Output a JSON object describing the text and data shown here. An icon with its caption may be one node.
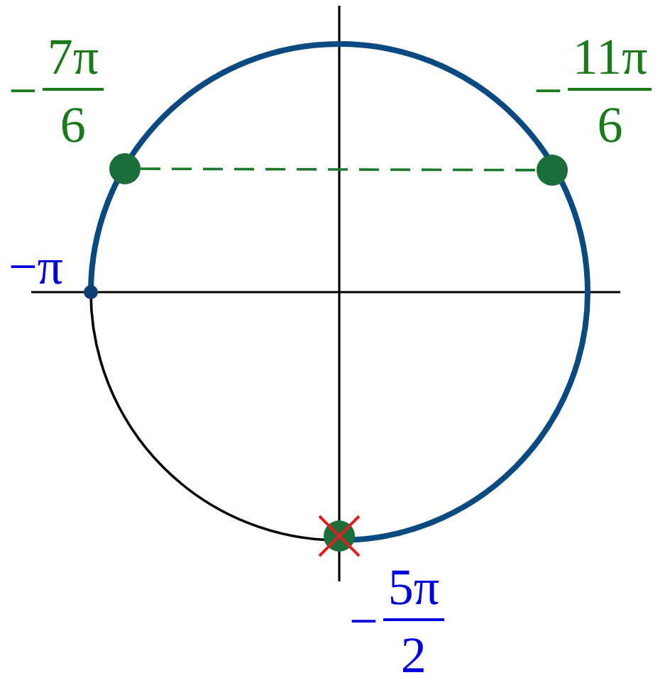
{
  "diagram": {
    "nodes": [
      {
        "text": [],
        "shape": "circle",
        "beside": [
          "−",
          "7π",
          "6"
        ]
      },
      {
        "text": [],
        "shape": "circle",
        "beside": [
          "−",
          "11π",
          "6"
        ]
      },
      {
        "text": [],
        "shape": "circle",
        "beside": [
          "−π"
        ]
      },
      {
        "text": [],
        "shape": "circle",
        "beside": [
          "−",
          "5π",
          "2"
        ]
      }
    ],
    "edges": [
      {
        "from": 0,
        "to": 1,
        "arrow": "none",
        "style": "dashed",
        "color": "#1a7a2a"
      }
    ]
  }
}
